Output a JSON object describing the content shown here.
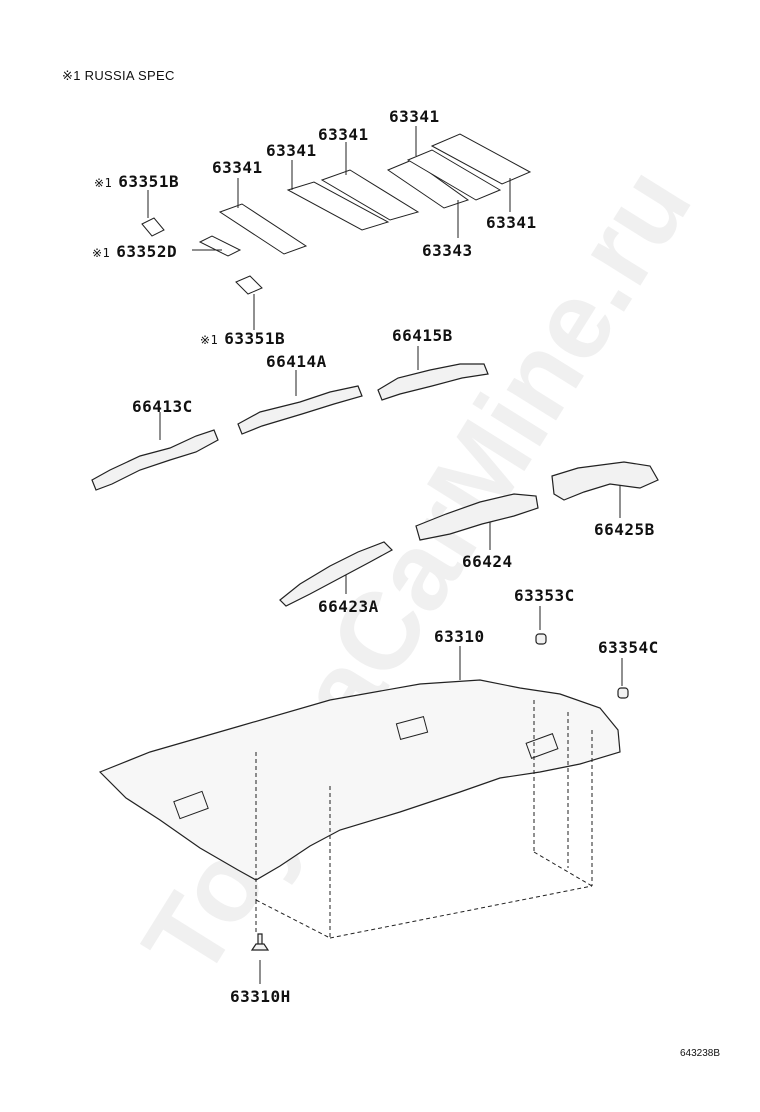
{
  "note": {
    "mark": "※1",
    "text": "RUSSIA SPEC"
  },
  "labels": {
    "p63341_a": "63341",
    "p63341_b": "63341",
    "p63341_c": "63341",
    "p63341_d": "63341",
    "p63341_e": "63341",
    "p63343": "63343",
    "p63351B_top": {
      "mark": "※1",
      "text": "63351B"
    },
    "p63352D": {
      "mark": "※1",
      "text": "63352D"
    },
    "p63351B_bottom": {
      "mark": "※1",
      "text": "63351B"
    },
    "p66415B": "66415B",
    "p66414A": "66414A",
    "p66413C": "66413C",
    "p66425B": "66425B",
    "p66424": "66424",
    "p66423A": "66423A",
    "p63353C": "63353C",
    "p63310": "63310",
    "p63354C": "63354C",
    "p63310H": "63310H"
  },
  "diagram_code": "643238B",
  "watermark": "ToyotaCarMine.ru"
}
